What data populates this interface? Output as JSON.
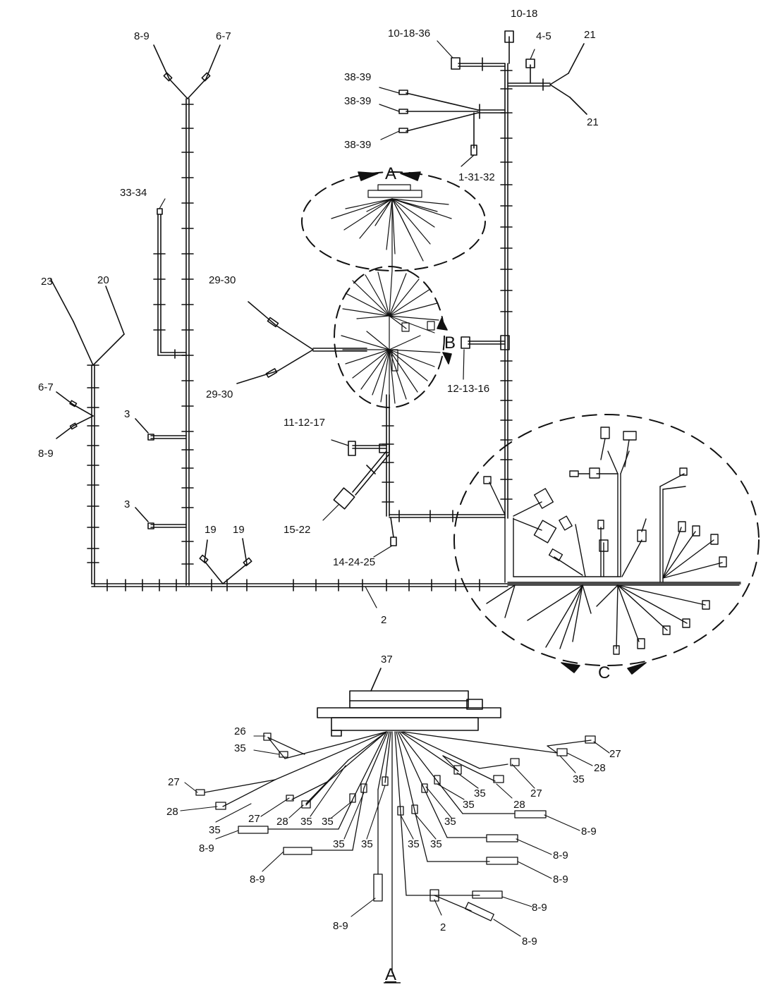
{
  "diagram": {
    "view_a": "A",
    "view_b": "B",
    "view_c": "C",
    "detail_title": "A"
  },
  "callouts": {
    "c_8_9_top": "8-9",
    "c_6_7_top": "6-7",
    "c_10_18": "10-18",
    "c_10_18_36": "10-18-36",
    "c_4_5": "4-5",
    "c_21_top": "21",
    "c_21_bottom": "21",
    "c_38_39_a": "38-39",
    "c_38_39_b": "38-39",
    "c_38_39_c": "38-39",
    "c_1_31_32": "1-31-32",
    "c_33_34": "33-34",
    "c_23": "23",
    "c_20": "20",
    "c_29_30_top": "29-30",
    "c_29_30_bottom": "29-30",
    "c_12_13_16": "12-13-16",
    "c_6_7_left": "6-7",
    "c_8_9_left": "8-9",
    "c_3_upper": "3",
    "c_3_lower": "3",
    "c_11_12_17": "11-12-17",
    "c_15_22": "15-22",
    "c_14_24_25": "14-24-25",
    "c_19_left": "19",
    "c_19_right": "19",
    "c_2_main": "2",
    "c_37": "37",
    "d_26": "26",
    "d_35_a": "35",
    "d_27_left": "27",
    "d_28_left": "28",
    "d_35_b": "35",
    "d_27_mid": "27",
    "d_28_mid": "28",
    "d_35_c": "35",
    "d_35_d": "35",
    "d_35_e": "35",
    "d_35_f": "35",
    "d_35_g": "35",
    "d_35_h": "35",
    "d_8_9_l1": "8-9",
    "d_8_9_l2": "8-9",
    "d_8_9_l3": "8-9",
    "d_2": "2",
    "d_8_9_r5": "8-9",
    "d_8_9_r4": "8-9",
    "d_8_9_r3": "8-9",
    "d_8_9_r2": "8-9",
    "d_8_9_r1": "8-9",
    "d_35_i": "35",
    "d_35_j": "35",
    "d_28_r": "28",
    "d_27_r": "27",
    "d_35_k": "35",
    "d_28_far": "28",
    "d_27_far": "27",
    "d_35_l": "35"
  }
}
